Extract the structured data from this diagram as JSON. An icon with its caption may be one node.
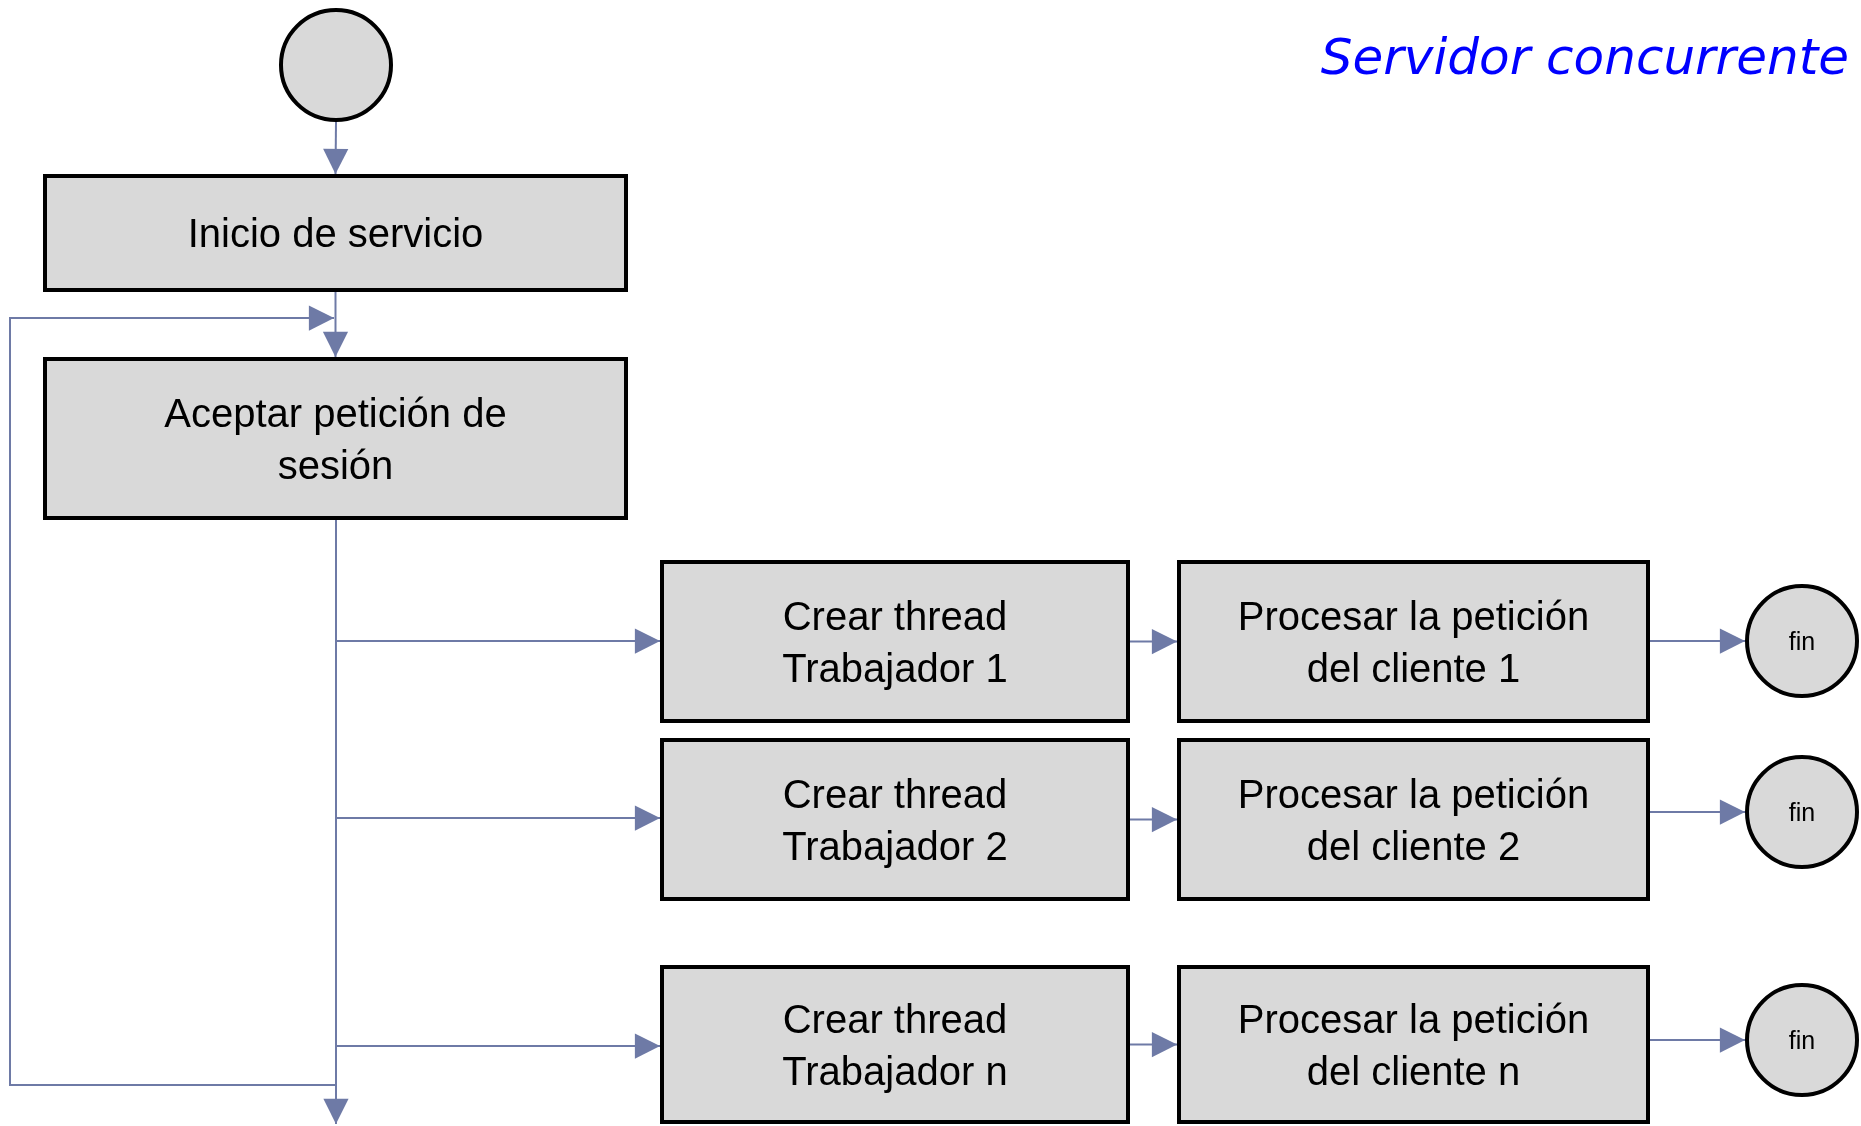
{
  "diagram": {
    "title": "Servidor concurrente",
    "nodes": [
      {
        "text": [],
        "shape": "circle"
      },
      {
        "text": [
          "Inicio de servicio"
        ]
      },
      {
        "text": [
          "Aceptar petición de sesión"
        ]
      },
      {
        "text": [
          "Crear thread Trabajador 1"
        ]
      },
      {
        "text": [
          "Procesar la petición del cliente 1"
        ]
      },
      {
        "text": [
          "fin"
        ]
      },
      {
        "text": [
          "Crear thread Trabajador 2"
        ]
      },
      {
        "text": [
          "Procesar la petición del cliente 2"
        ]
      },
      {
        "text": [
          "fin"
        ]
      },
      {
        "text": [
          "Crear thread Trabajador n"
        ]
      },
      {
        "text": [
          "Procesar la petición del cliente n"
        ]
      },
      {
        "text": [
          "fin"
        ]
      }
    ],
    "edges": [
      {
        "from": 0,
        "to": 1,
        "arrow": "to"
      },
      {
        "from": 1,
        "to": 2,
        "arrow": "to"
      },
      {
        "from": 2,
        "to": 3,
        "arrow": "to"
      },
      {
        "from": 2,
        "to": 6,
        "arrow": "to"
      },
      {
        "from": 2,
        "to": 9,
        "arrow": "to"
      },
      {
        "from": 2,
        "to": 2,
        "arrow": "to"
      },
      {
        "from": 2,
        "to": null,
        "arrow": "to"
      },
      {
        "from": 3,
        "to": 4,
        "arrow": "to"
      },
      {
        "from": 4,
        "to": 5,
        "arrow": "to"
      },
      {
        "from": 6,
        "to": 7,
        "arrow": "to"
      },
      {
        "from": 7,
        "to": 8,
        "arrow": "to"
      },
      {
        "from": 9,
        "to": 10,
        "arrow": "to"
      },
      {
        "from": 10,
        "to": 11,
        "arrow": "to"
      }
    ]
  }
}
